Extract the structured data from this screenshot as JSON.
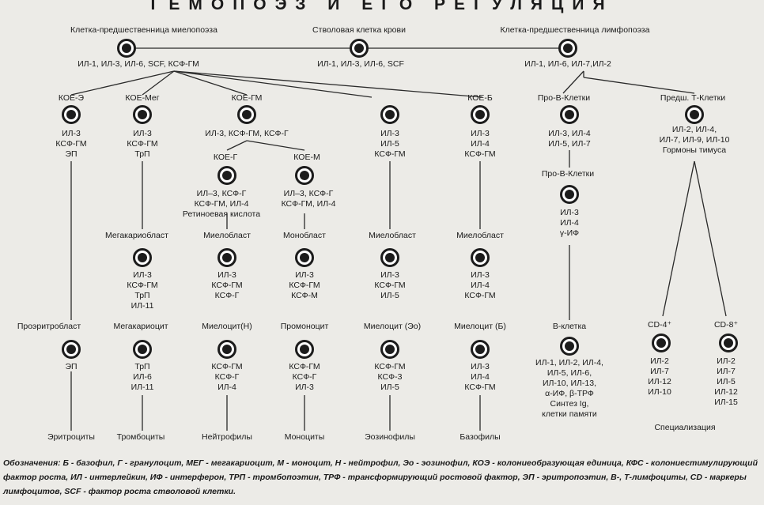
{
  "title": "ГЕМОПОЭЗ И ЕГО РЕГУЛЯЦИЯ",
  "top": {
    "myelo_label": "Клетка-предшественница миелопоэза",
    "stem_label": "Стволовая клетка крови",
    "lympho_label": "Клетка-предшественница лимфопоэза",
    "myelo_factors": "ИЛ-1, ИЛ-3, ИЛ-6, SCF, КСФ-ГМ",
    "stem_factors": "ИЛ-1, ИЛ-3, ИЛ-6, SCF",
    "lympho_factors": "ИЛ-1, ИЛ-6, ИЛ-7,ИЛ-2"
  },
  "e": {
    "label": "КОЕ-Э",
    "f1": "ИЛ-3",
    "f2": "КСФ-ГМ",
    "f3": "ЭП",
    "stage2": "Проэритробласт",
    "s2f1": "ЭП",
    "result": "Эритроциты"
  },
  "meg": {
    "label": "КОЕ-Мег",
    "f1": "ИЛ-3",
    "f2": "КСФ-ГМ",
    "f3": "ТрП",
    "stage2": "Мегакариобласт",
    "s2f1": "ИЛ-3",
    "s2f2": "КСФ-ГМ",
    "s2f3": "ТрП",
    "s2f4": "ИЛ-11",
    "stage3": "Мегакариоцит",
    "s3f1": "ТрП",
    "s3f2": "ИЛ-6",
    "s3f3": "ИЛ-11",
    "result": "Тромбоциты"
  },
  "gm": {
    "label": "КОЕ-ГМ",
    "factors": "ИЛ-3, КСФ-ГМ, КСФ-Г",
    "g_label": "КОЕ-Г",
    "g_f1": "ИЛ–3, КСФ-Г",
    "g_f2": "КСФ-ГМ, ИЛ-4",
    "g_f3": "Ретиноевая кислота",
    "m_label": "КОЕ-М",
    "m_f1": "ИЛ–3, КСФ-Г",
    "m_f2": "КСФ-ГМ, ИЛ-4"
  },
  "n": {
    "stage2": "Миелобласт",
    "s2f1": "ИЛ-3",
    "s2f2": "КСФ-ГМ",
    "s2f3": "КСФ-Г",
    "stage3": "Миелоцит(Н)",
    "s3f1": "КСФ-ГМ",
    "s3f2": "КСФ-Г",
    "s3f3": "ИЛ-4",
    "result": "Нейтрофилы"
  },
  "m": {
    "stage2": "Монобласт",
    "s2f1": "ИЛ-3",
    "s2f2": "КСФ-ГМ",
    "s2f3": "КСФ-М",
    "stage3": "Промоноцит",
    "s3f1": "КСФ-ГМ",
    "s3f2": "КСФ-Г",
    "s3f3": "ИЛ-3",
    "result": "Моноциты"
  },
  "eo": {
    "f1": "ИЛ-3",
    "f2": "ИЛ-5",
    "f3": "КСФ-ГМ",
    "stage2": "Миелобласт",
    "s2f1": "ИЛ-3",
    "s2f2": "КСФ-ГМ",
    "s2f3": "ИЛ-5",
    "stage3": "Миелоцит (Эо)",
    "s3f1": "КСФ-ГМ",
    "s3f2": "КСФ-3",
    "s3f3": "ИЛ-5",
    "result": "Эозинофилы"
  },
  "b": {
    "label": "КОЕ-Б",
    "f1": "ИЛ-3",
    "f2": "ИЛ-4",
    "f3": "КСФ-ГМ",
    "stage2": "Миелобласт",
    "s2f1": "ИЛ-3",
    "s2f2": "ИЛ-4",
    "s2f3": "КСФ-ГМ",
    "stage3": "Миелоцит (Б)",
    "s3f1": "ИЛ-3",
    "s3f2": "ИЛ-4",
    "s3f3": "КСФ-ГМ",
    "result": "Базофилы"
  },
  "bcell": {
    "label": "Про-В-Клетки",
    "f1": "ИЛ-3, ИЛ-4",
    "f2": "ИЛ-5, ИЛ-7",
    "label2": "Про-В-Клетки",
    "s2f1": "ИЛ-3",
    "s2f2": "ИЛ-4",
    "s2f3": "γ-ИФ",
    "stage3": "В-клетка",
    "s3f1": "ИЛ-1, ИЛ-2, ИЛ-4,",
    "s3f2": "ИЛ-5, ИЛ-6,",
    "s3f3": "ИЛ-10, ИЛ-13,",
    "s3f4": "α-ИФ, β-ТРФ",
    "s3f5": "Синтез Ig,",
    "s3f6": "клетки памяти"
  },
  "tcell": {
    "label": "Предш. Т-Клетки",
    "f1": "ИЛ-2, ИЛ-4,",
    "f2": "ИЛ-7, ИЛ-9, ИЛ-10",
    "f3": "Гормоны тимуса",
    "cd4": "CD-4⁺",
    "cd4_f1": "ИЛ-2",
    "cd4_f2": "ИЛ-7",
    "cd4_f3": "ИЛ-12",
    "cd4_f4": "ИЛ-10",
    "cd8": "CD-8⁺",
    "cd8_f1": "ИЛ-2",
    "cd8_f2": "ИЛ-7",
    "cd8_f3": "ИЛ-5",
    "cd8_f4": "ИЛ-12",
    "cd8_f5": "ИЛ-15",
    "result": "Специализация"
  },
  "legend": "Обозначения: Б - базофил, Г - гранулоцит, МЕГ - мегакариоцит, М - моноцит, Н - нейтрофил, Эо - эозинофил, КОЭ - колониеобразующая единица, КФС - колониестимулирующий фактор роста, ИЛ - интерлейкин, ИФ - интерферон, ТРП - тромбопоэтин, ТРФ - трансформирующий ростовой фактор, ЭП - эритропоэтин, В-, Т-лимфоциты, CD - маркеры лимфоцитов, SCF - фактор роста стволовой клетки."
}
